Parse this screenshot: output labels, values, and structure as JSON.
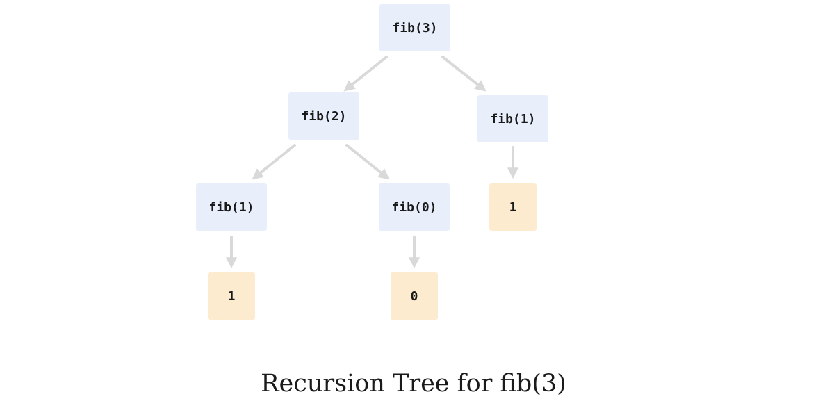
{
  "diagram": {
    "nodes": {
      "fib3": "fib(3)",
      "fib2": "fib(2)",
      "fib1_right": "fib(1)",
      "fib1_left": "fib(1)",
      "fib0": "fib(0)",
      "value_fib1_right": "1",
      "value_fib1_left": "1",
      "value_fib0": "0"
    },
    "edges": [
      [
        "fib3",
        "fib2"
      ],
      [
        "fib3",
        "fib1_right"
      ],
      [
        "fib2",
        "fib1_left"
      ],
      [
        "fib2",
        "fib0"
      ],
      [
        "fib1_right",
        "value_fib1_right"
      ],
      [
        "fib1_left",
        "value_fib1_left"
      ],
      [
        "fib0",
        "value_fib0"
      ]
    ],
    "colors": {
      "call_node": "#e8effb",
      "value_node": "#fdebd0",
      "edge": "#d9d9d9"
    }
  },
  "caption": "Recursion Tree for fib(3)"
}
